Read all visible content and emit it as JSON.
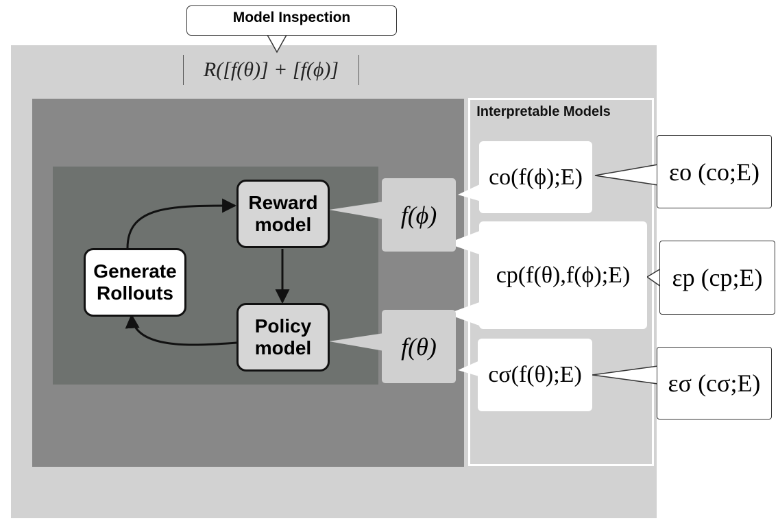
{
  "callout": {
    "title": "Model Inspection",
    "formula": "R([f(θ)] + [f(ϕ)]"
  },
  "nodes": {
    "generate": {
      "line1": "Generate",
      "line2": "Rollouts"
    },
    "reward": {
      "line1": "Reward",
      "line2": "model"
    },
    "policy": {
      "line1": "Policy",
      "line2": "model"
    }
  },
  "features": {
    "f_phi": "f(ϕ)",
    "f_theta": "f(θ)"
  },
  "interpretable": {
    "title": "Interpretable Models",
    "c_o": "co(f(ϕ);E)",
    "c_p": "cp(f(θ),f(ϕ);E)",
    "c_sigma": "cσ(f(θ);E)"
  },
  "evaluators": {
    "eps_o": "εo (co;E)",
    "eps_p": "εp (cp;E)",
    "eps_sigma": "εσ (cσ;E)"
  },
  "colors": {
    "outer_panel": "#d2d2d2",
    "dark_panel": "#888888",
    "inner_panel": "#6e726f",
    "node_fill_white": "#ffffff",
    "node_fill_gray": "#d6d6d6",
    "feature_fill": "#d0d0d0"
  }
}
